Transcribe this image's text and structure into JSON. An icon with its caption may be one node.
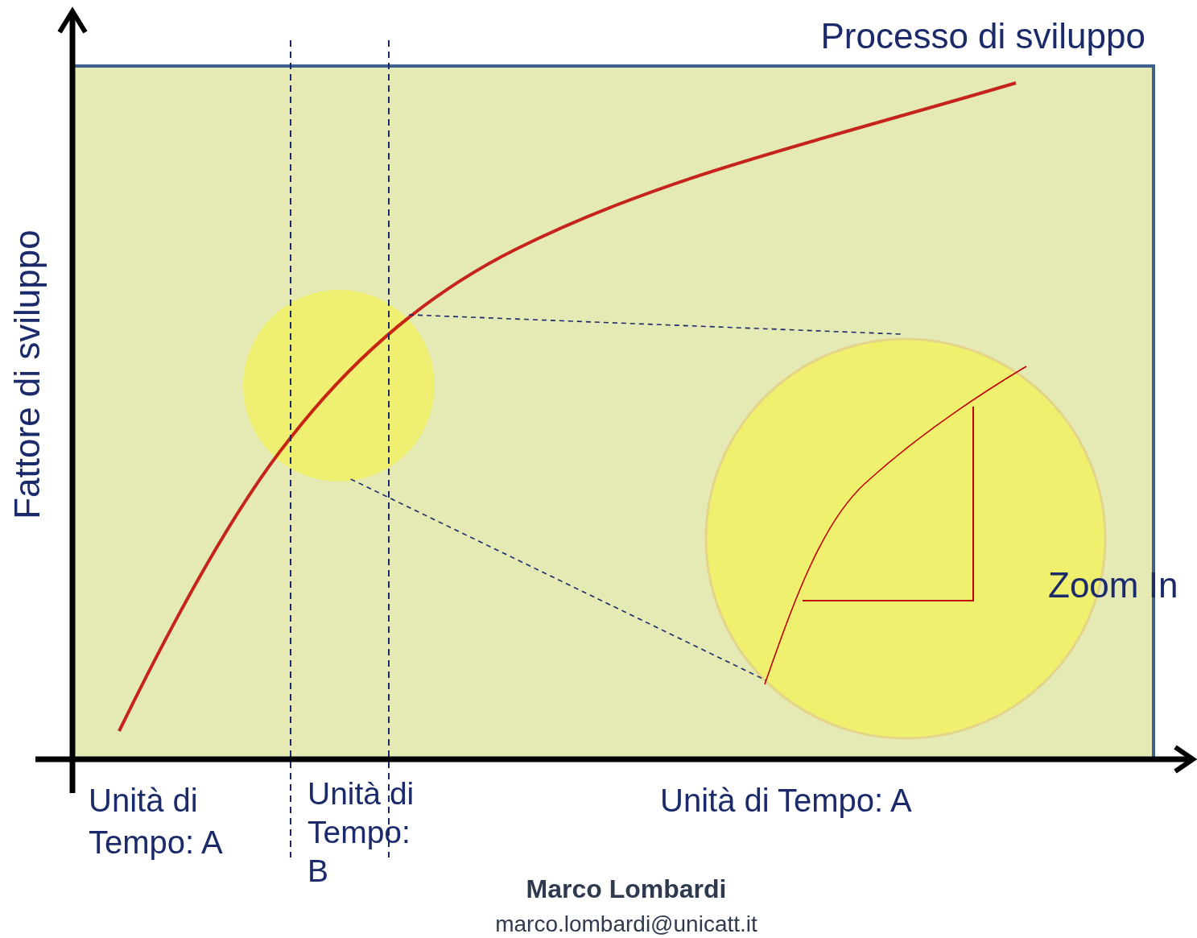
{
  "diagram": {
    "nodes": [
      {
        "text": [
          "Processo di sviluppo"
        ]
      },
      {
        "text": [],
        "shape": "circle",
        "in": 0
      },
      {
        "text": [
          "Zoom In"
        ],
        "in": 0
      }
    ],
    "edges": [
      {
        "from": 1,
        "to": 2,
        "arrow": "none",
        "style": "dashed"
      },
      {
        "from": 1,
        "to": 2,
        "arrow": "none",
        "style": "dashed"
      }
    ],
    "labels": [
      "Fattore di sviluppo",
      "Unità di Tempo: A",
      "Unità di Tempo: B",
      "Unità di Tempo: A",
      "Marco Lombardi",
      "marco.lombardi@unicatt.it"
    ]
  }
}
